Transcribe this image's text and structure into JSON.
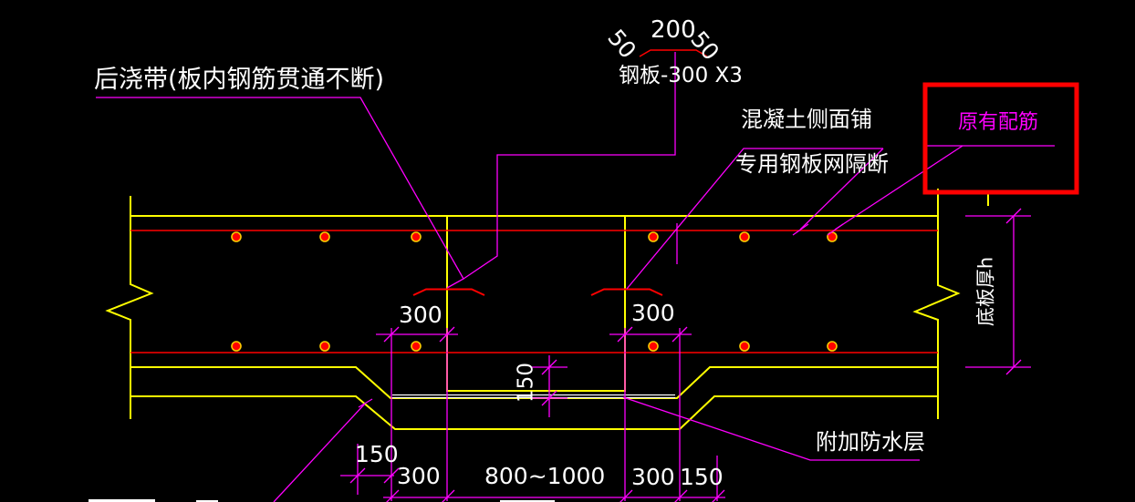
{
  "drawing": {
    "type": "post-cast-strip-slab-detail",
    "labels": {
      "post_cast_band": "后浇带(板内钢筋贯通不断)",
      "steel_plate": "钢板-300 X3",
      "concrete_side_line1": "混凝土侧面铺",
      "concrete_side_line2": "专用钢板网隔断",
      "existing_rebar": "原有配筋",
      "additional_waterproof": "附加防水层",
      "slab_thickness": "底板厚h"
    },
    "dimensions": {
      "plate_wing_left": "50",
      "plate_center": "200",
      "plate_wing_right": "50",
      "left_mesh_overlap": "300",
      "right_mesh_overlap": "300",
      "recess_depth": "150",
      "bottom_chain": [
        "150",
        "300",
        "800~1000",
        "300",
        "150"
      ]
    },
    "colors": {
      "background": "#000000",
      "concrete_line": "#ffff00",
      "rebar": "#ff0000",
      "leader_dim": "#ff00ff",
      "text": "#ffffff",
      "highlight_box": "#ff0000",
      "waterproof_line": "#ffffff"
    }
  }
}
